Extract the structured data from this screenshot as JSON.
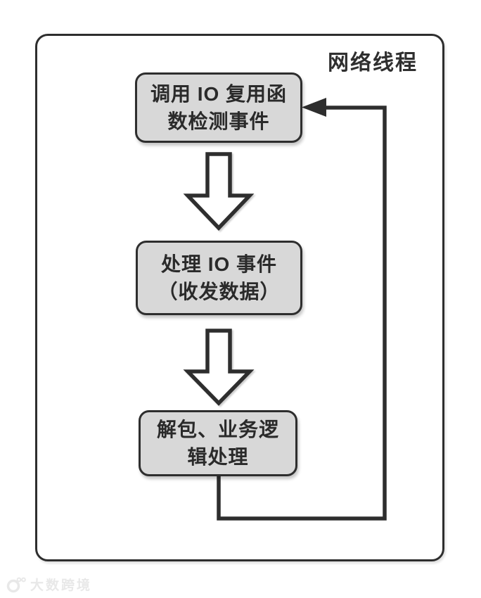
{
  "frame": {
    "label": "网络线程"
  },
  "flow": {
    "steps": [
      {
        "name": "call-io-multiplex-step",
        "lines": [
          "调用 IO 复用函",
          "数检测事件"
        ]
      },
      {
        "name": "handle-io-events-step",
        "lines": [
          "处理 IO 事件",
          "（收发数据）"
        ]
      },
      {
        "name": "unpack-business-logic-step",
        "lines": [
          "解包、业务逻",
          "辑处理"
        ]
      }
    ],
    "connectors": [
      "down-arrow",
      "down-arrow",
      "loop-back-to-top"
    ]
  },
  "watermark": {
    "text": "大数跨境"
  },
  "colors": {
    "line_stroke": "#2e2e2e",
    "box_fill": "#d8d8d8",
    "box_text": "#2a2a2a",
    "frame_label": "#2f2f2f",
    "watermark": "#e8e8e8"
  }
}
